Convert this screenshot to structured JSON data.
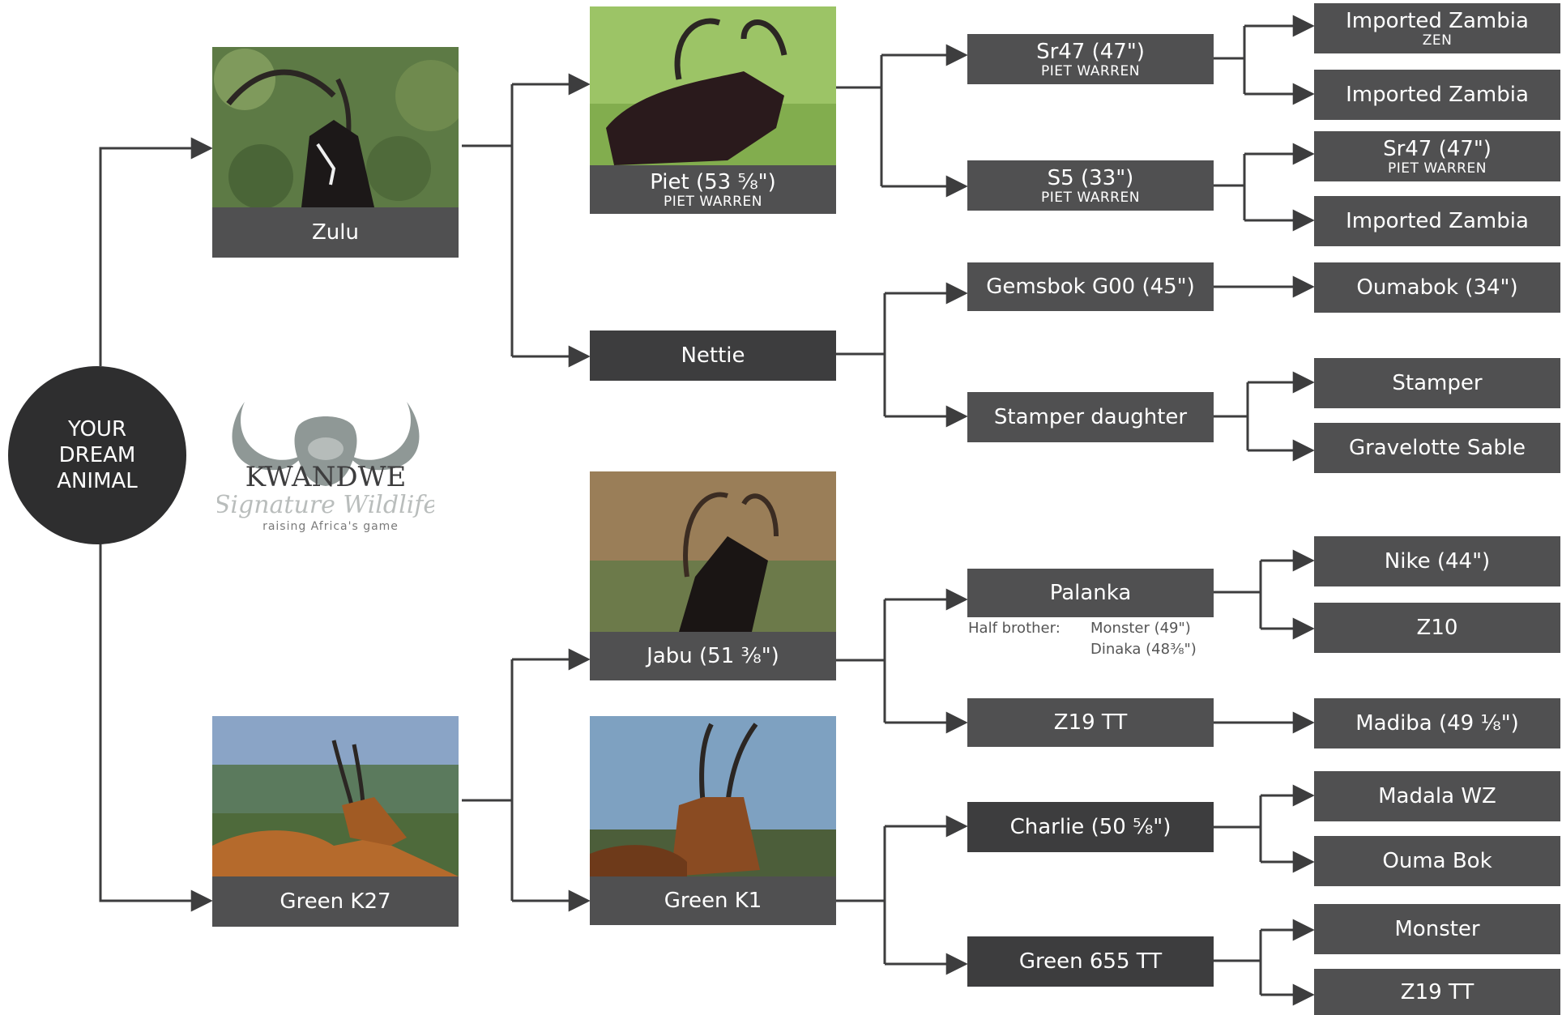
{
  "root": {
    "line1": "YOUR",
    "line2": "DREAM",
    "line3": "ANIMAL"
  },
  "logo": {
    "name": "KWANDWE",
    "script": "Signature Wildlife",
    "tagline": "raising Africa's game"
  },
  "gen1": {
    "zulu": {
      "label": "Zulu"
    },
    "green_k27": {
      "label": "Green K27"
    }
  },
  "gen2": {
    "piet": {
      "label": "Piet (53 ⅝\")",
      "sub": "PIET WARREN"
    },
    "nettie": {
      "label": "Nettie"
    },
    "jabu": {
      "label": "Jabu (51 ⅜\")"
    },
    "green_k1": {
      "label": "Green K1"
    }
  },
  "gen3": {
    "sr47": {
      "label": "Sr47 (47\")",
      "sub": "PIET WARREN"
    },
    "s5": {
      "label": "S5 (33\")",
      "sub": "PIET WARREN"
    },
    "gemsbok": {
      "label": "Gemsbok G00 (45\")"
    },
    "stamper_daughter": {
      "label": "Stamper daughter"
    },
    "palanka": {
      "label": "Palanka"
    },
    "z19tt": {
      "label": "Z19 TT"
    },
    "charlie": {
      "label": "Charlie (50 ⅝\")"
    },
    "green655": {
      "label": "Green 655 TT"
    }
  },
  "palanka_note": {
    "label": "Half brother:",
    "sibling1": "Monster (49\")",
    "sibling2": "Dinaka (48⅜\")"
  },
  "gen4": {
    "imported_zambia_zen": {
      "label": "Imported Zambia",
      "sub": "ZEN"
    },
    "imported_zambia_1": {
      "label": "Imported Zambia"
    },
    "sr47_b": {
      "label": "Sr47 (47\")",
      "sub": "PIET WARREN"
    },
    "imported_zambia_2": {
      "label": "Imported Zambia"
    },
    "oumabok": {
      "label": "Oumabok  (34\")"
    },
    "stamper": {
      "label": "Stamper"
    },
    "gravelotte": {
      "label": "Gravelotte Sable"
    },
    "nike": {
      "label": "Nike  (44\")"
    },
    "z10": {
      "label": "Z10"
    },
    "madiba": {
      "label": "Madiba  (49 ⅛\")"
    },
    "madala": {
      "label": "Madala WZ"
    },
    "ouma_bok": {
      "label": "Ouma Bok"
    },
    "monster": {
      "label": "Monster"
    },
    "z19tt_b": {
      "label": "Z19 TT"
    }
  }
}
